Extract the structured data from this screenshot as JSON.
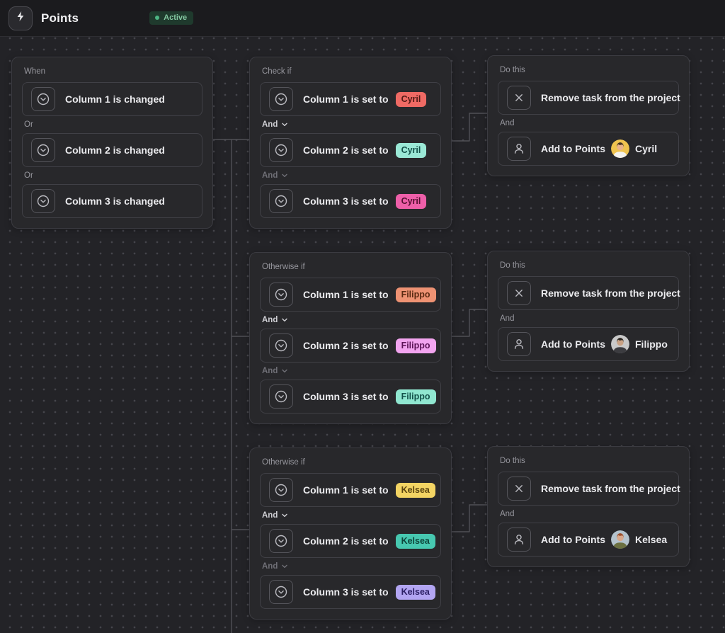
{
  "header": {
    "title": "Points",
    "status_label": "Active",
    "status_color": "#4db583",
    "app_icon": "bolt-icon"
  },
  "icons": {
    "condition_row": "status-circle-chevron-icon",
    "remove_row": "x-icon",
    "assign_row": "person-icon",
    "separator_dropdown": "chevron-down-icon"
  },
  "cards": {
    "when": {
      "label": "When",
      "rows": [
        {
          "text": "Column 1 is changed"
        },
        {
          "text": "Column 2 is changed"
        },
        {
          "text": "Column 3 is changed"
        }
      ],
      "separators": [
        {
          "label": "Or"
        },
        {
          "label": "Or"
        }
      ]
    },
    "check1": {
      "label": "Check if",
      "rows": [
        {
          "text": "Column 1 is set to",
          "chip": "Cyril",
          "chip_style": "background:#ef6a64;color:#511a16"
        },
        {
          "text": "Column 2 is set to",
          "chip": "Cyril",
          "chip_style": "background:#9ae8d6;color:#14524a"
        },
        {
          "text": "Column 3 is set to",
          "chip": "Cyril",
          "chip_style": "background:#ee5fa9;color:#541030"
        }
      ],
      "separators": [
        {
          "label": "And"
        },
        {
          "label": "And"
        }
      ]
    },
    "check2": {
      "label": "Otherwise if",
      "rows": [
        {
          "text": "Column 1 is set to",
          "chip": "Filippo",
          "chip_style": "background:#ee9273;color:#5a2a12"
        },
        {
          "text": "Column 2 is set to",
          "chip": "Filippo",
          "chip_style": "background:#f2a4ef;color:#5c1457"
        },
        {
          "text": "Column 3 is set to",
          "chip": "Filippo",
          "chip_style": "background:#90e7d0;color:#14524a"
        }
      ],
      "separators": [
        {
          "label": "And"
        },
        {
          "label": "And"
        }
      ]
    },
    "check3": {
      "label": "Otherwise if",
      "rows": [
        {
          "text": "Column 1 is set to",
          "chip": "Kelsea",
          "chip_style": "background:#f3d463;color:#5a4510"
        },
        {
          "text": "Column 2 is set to",
          "chip": "Kelsea",
          "chip_style": "background:#47c8b0;color:#0e463b"
        },
        {
          "text": "Column 3 is set to",
          "chip": "Kelsea",
          "chip_style": "background:#b2a5f2;color:#2d2166"
        }
      ],
      "separators": [
        {
          "label": "And"
        },
        {
          "label": "And"
        }
      ]
    },
    "do1": {
      "label": "Do this",
      "remove_row": {
        "text": "Remove task from the project"
      },
      "separator": {
        "label": "And"
      },
      "assign_row": {
        "text": "Add to Points",
        "person": "Cyril",
        "avatar_style": "--av-bg:#efc34f;--av-skin:#e9b289;--av-hair:#463322;--av-shirt:#f3f2ee"
      }
    },
    "do2": {
      "label": "Do this",
      "remove_row": {
        "text": "Remove task from the project"
      },
      "separator": {
        "label": "And"
      },
      "assign_row": {
        "text": "Add to Points",
        "person": "Filippo",
        "avatar_style": "--av-bg:#c9c9c9;--av-skin:#c9a285;--av-hair:#2c2620;--av-shirt:#3c3c40"
      }
    },
    "do3": {
      "label": "Do this",
      "remove_row": {
        "text": "Remove task from the project"
      },
      "separator": {
        "label": "And"
      },
      "assign_row": {
        "text": "Add to Points",
        "person": "Kelsea",
        "avatar_style": "--av-bg:#b4c3cd;--av-skin:#d8a88b;--av-hair:#9c4f2b;--av-shirt:#6b7041"
      }
    }
  }
}
